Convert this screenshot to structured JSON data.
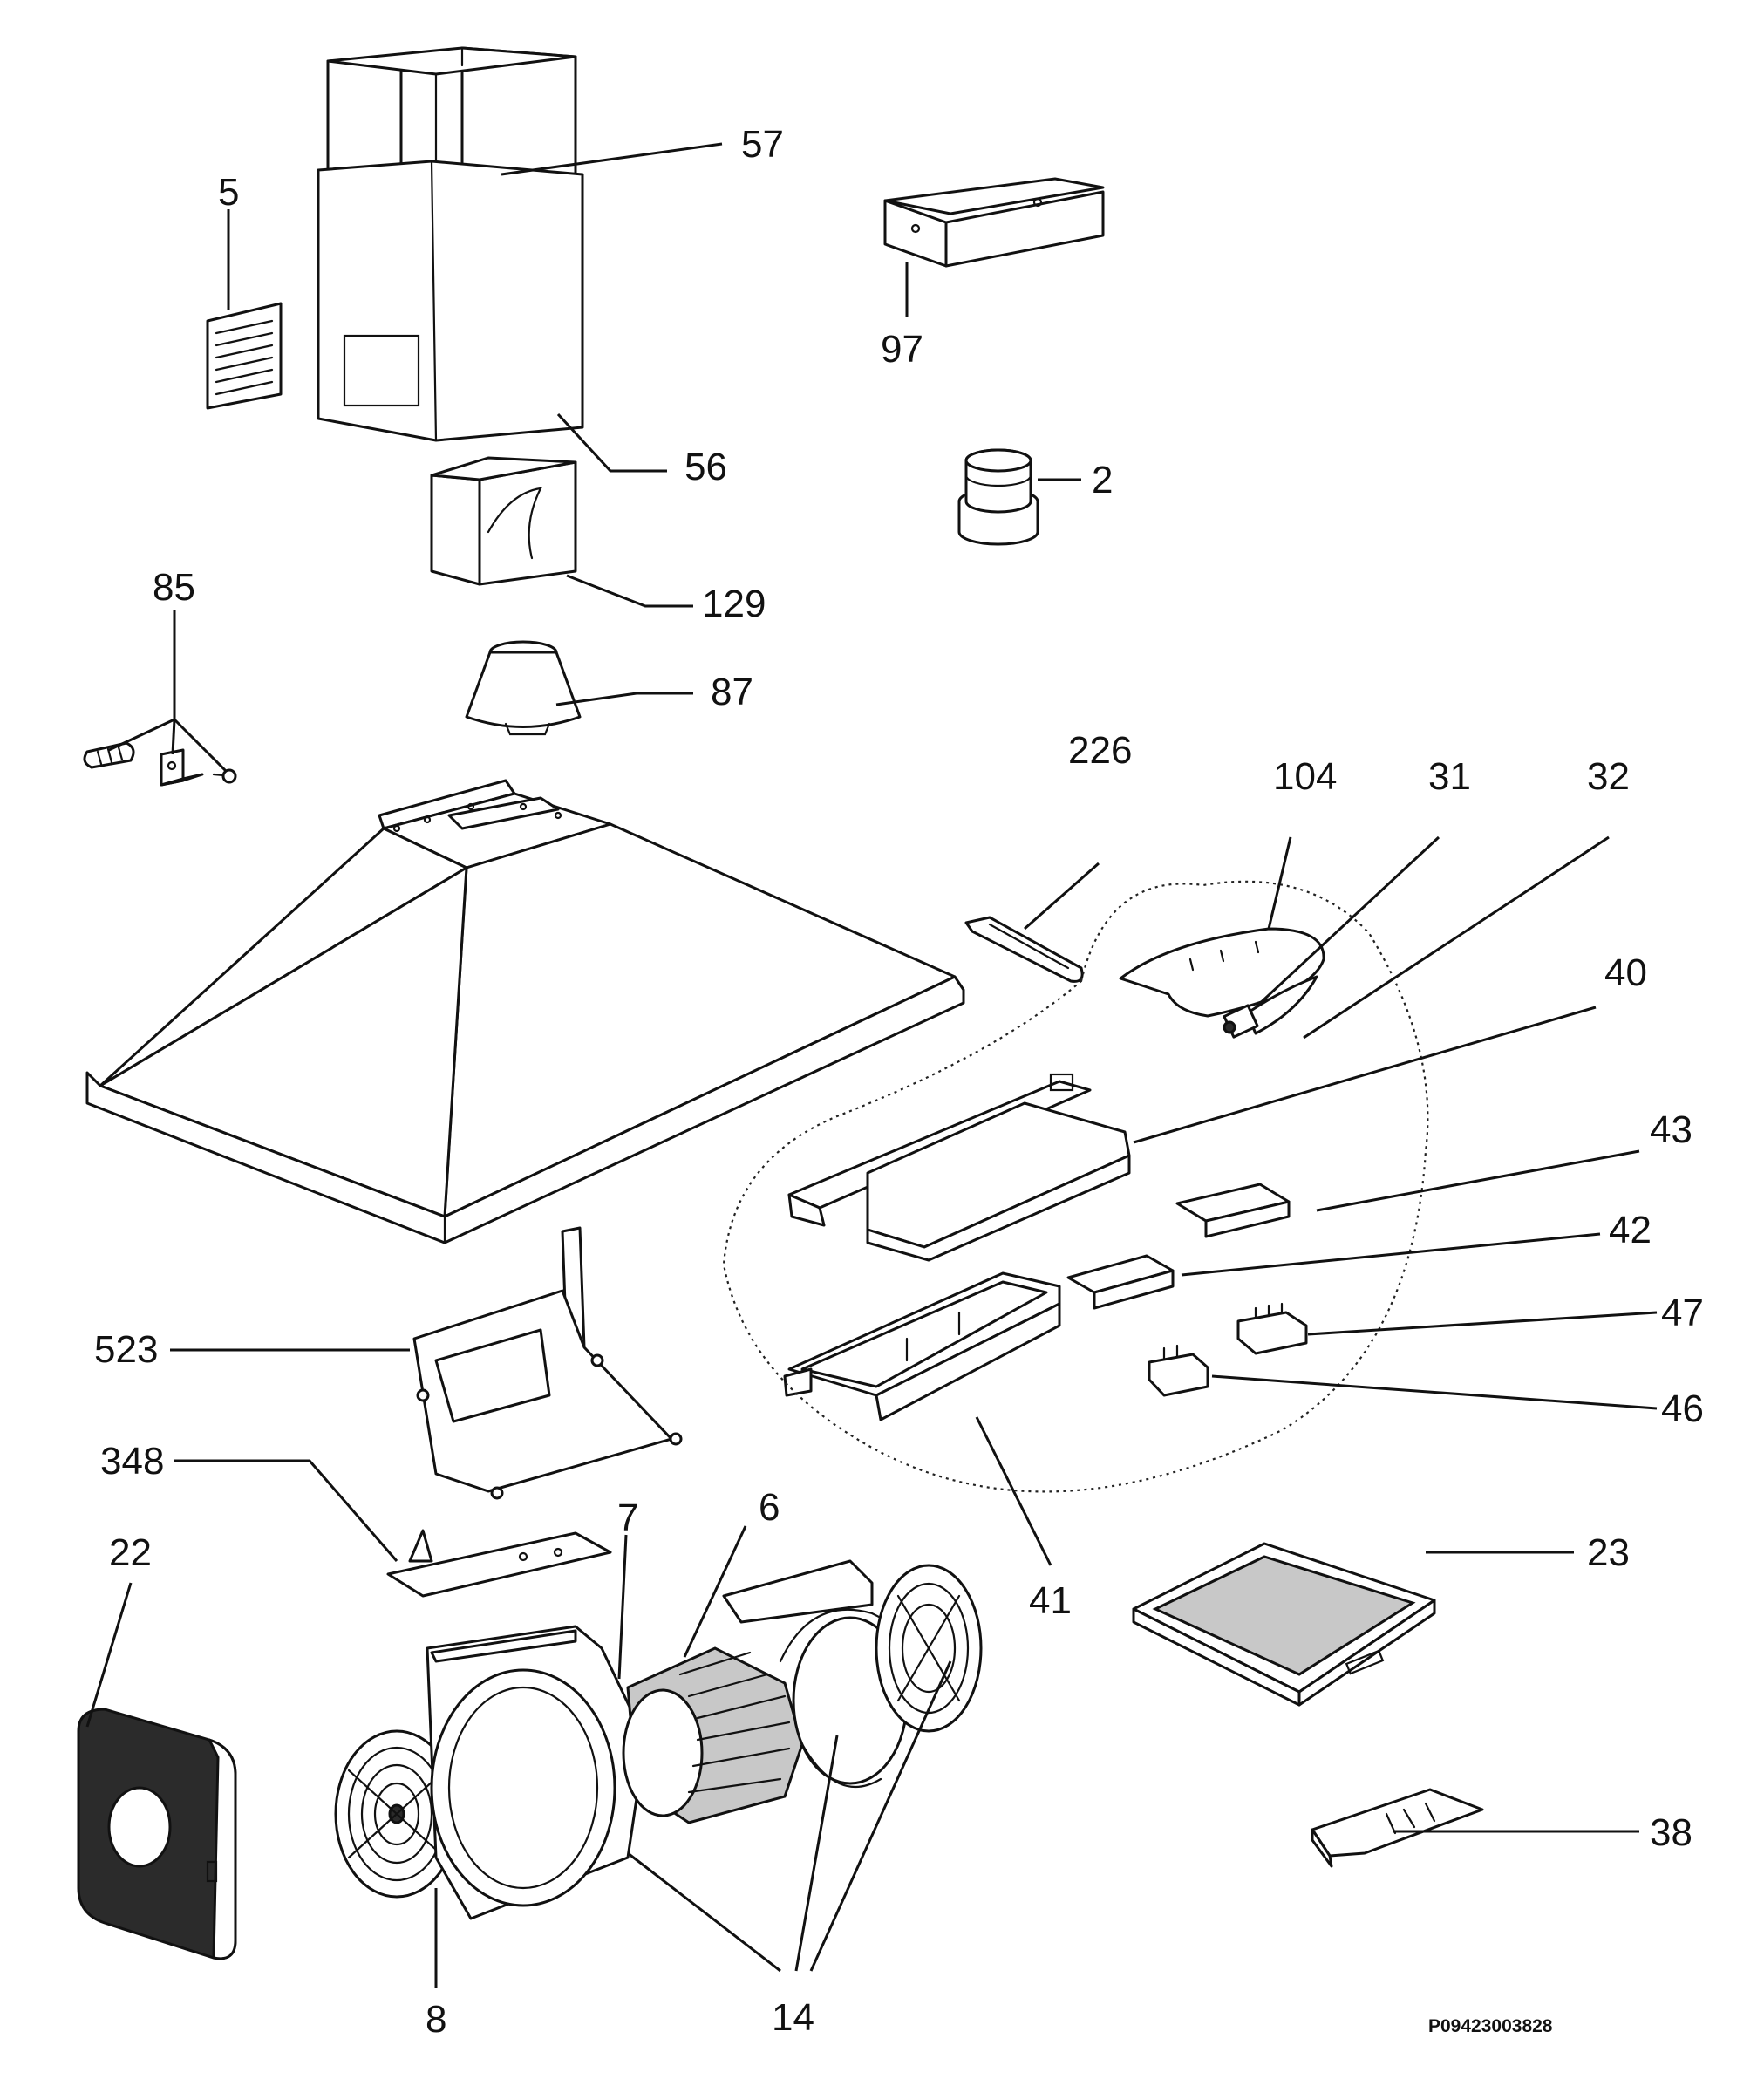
{
  "callouts": {
    "c57": "57",
    "c5": "5",
    "c97": "97",
    "c56": "56",
    "c2": "2",
    "c129": "129",
    "c85": "85",
    "c87": "87",
    "c226": "226",
    "c104": "104",
    "c31": "31",
    "c32": "32",
    "c40": "40",
    "c43": "43",
    "c42": "42",
    "c47": "47",
    "c523": "523",
    "c46": "46",
    "c348": "348",
    "c6": "6",
    "c7": "7",
    "c22": "22",
    "c41": "41",
    "c23": "23",
    "c38": "38",
    "c8": "8",
    "c14": "14"
  },
  "drawing_code": "P09423003828"
}
